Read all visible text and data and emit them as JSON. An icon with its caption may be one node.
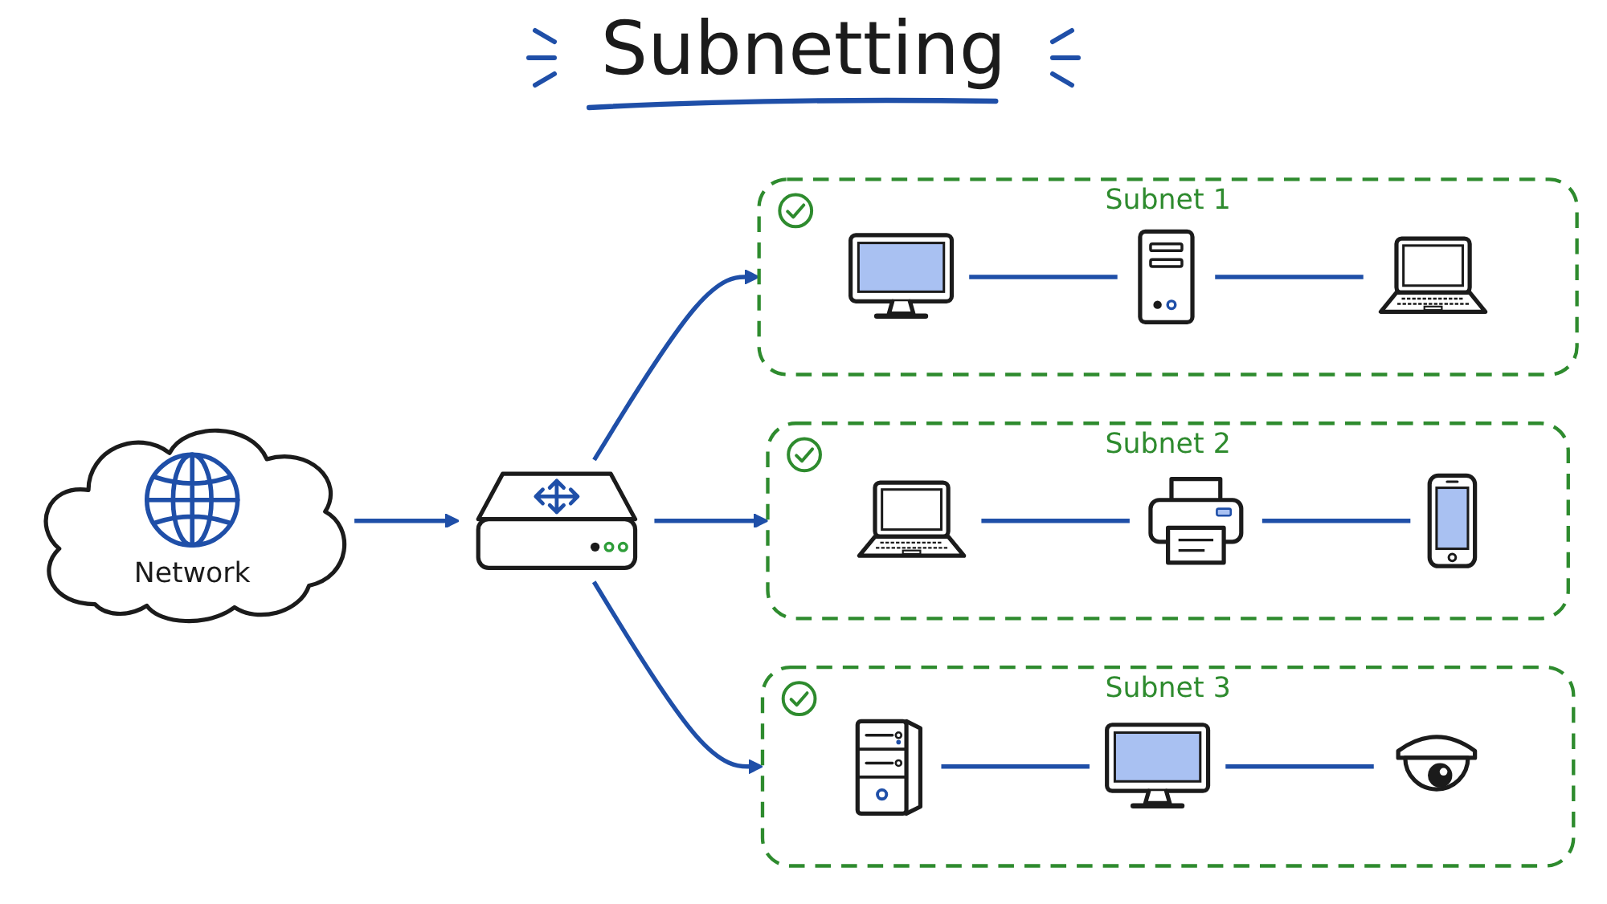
{
  "diagram": {
    "title": "Subnetting",
    "nodes": [
      {
        "text": [
          "Network"
        ]
      },
      {
        "text": [],
        "shape": "picture"
      },
      {
        "text": [
          "Subnet 1"
        ]
      },
      {
        "text": [],
        "shape": "picture",
        "in": 2
      },
      {
        "text": [],
        "shape": "picture",
        "in": 2
      },
      {
        "text": [],
        "shape": "picture",
        "in": 2
      },
      {
        "text": [
          "Subnet 2"
        ]
      },
      {
        "text": [],
        "shape": "picture",
        "in": 6
      },
      {
        "text": [],
        "shape": "picture",
        "in": 6
      },
      {
        "text": [],
        "shape": "picture",
        "in": 6
      },
      {
        "text": [
          "Subnet 3"
        ]
      },
      {
        "text": [],
        "shape": "picture",
        "in": 10
      },
      {
        "text": [],
        "shape": "picture",
        "in": 10
      },
      {
        "text": [],
        "shape": "picture",
        "in": 10
      }
    ],
    "edges": [
      {
        "from": 0,
        "to": 1,
        "arrow": "to"
      },
      {
        "from": 1,
        "to": 2,
        "arrow": "to"
      },
      {
        "from": 1,
        "to": 6,
        "arrow": "to"
      },
      {
        "from": 1,
        "to": 10,
        "arrow": "to"
      },
      {
        "from": 3,
        "to": 4,
        "arrow": "none"
      },
      {
        "from": 4,
        "to": 5,
        "arrow": "none"
      },
      {
        "from": 7,
        "to": 8,
        "arrow": "none"
      },
      {
        "from": 8,
        "to": 9,
        "arrow": "none"
      },
      {
        "from": 11,
        "to": 12,
        "arrow": "none"
      },
      {
        "from": 12,
        "to": 13,
        "arrow": "none"
      }
    ]
  }
}
